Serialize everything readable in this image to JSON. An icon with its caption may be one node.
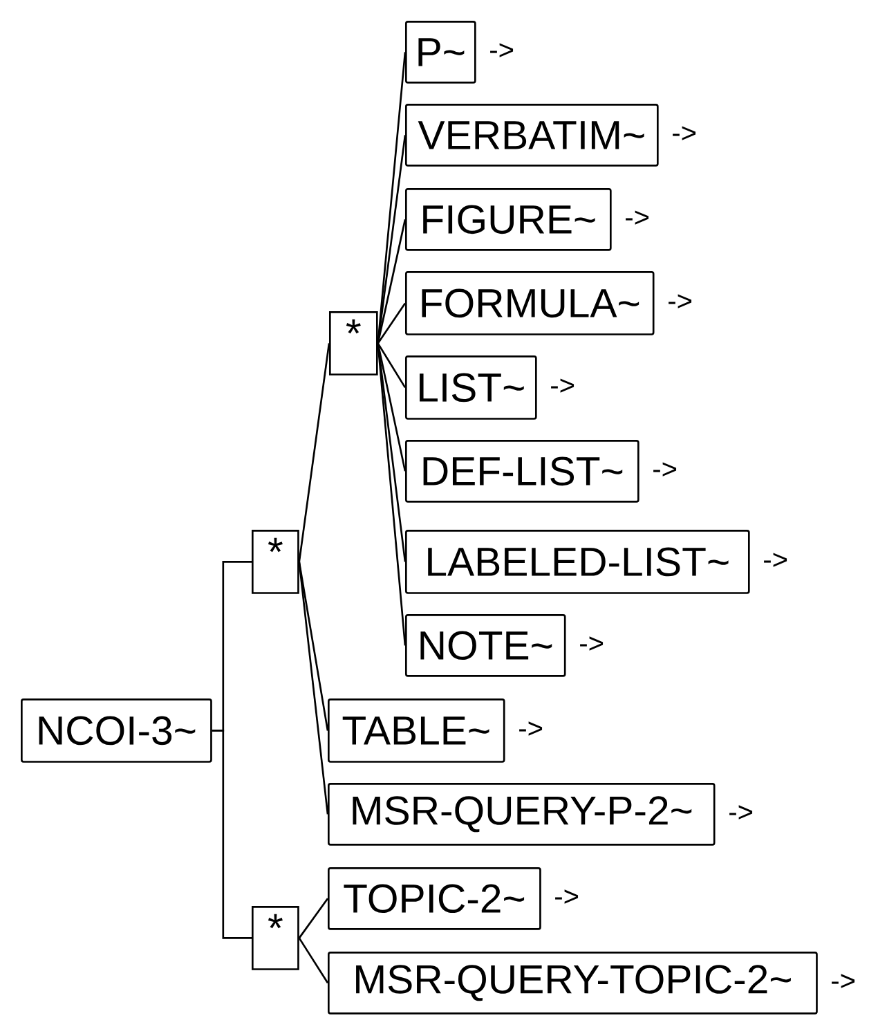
{
  "diagram": {
    "nodes": [
      {
        "text": [
          "NCOI-3~"
        ]
      },
      {
        "text": [
          "*"
        ]
      },
      {
        "text": [
          "*"
        ]
      },
      {
        "text": [
          "P~"
        ],
        "beside": [
          "->"
        ]
      },
      {
        "text": [
          "VERBATIM~"
        ],
        "beside": [
          "->"
        ]
      },
      {
        "text": [
          "FIGURE~"
        ],
        "beside": [
          "->"
        ]
      },
      {
        "text": [
          "FORMULA~"
        ],
        "beside": [
          "->"
        ]
      },
      {
        "text": [
          "LIST~"
        ],
        "beside": [
          "->"
        ]
      },
      {
        "text": [
          "DEF-LIST~"
        ],
        "beside": [
          "->"
        ]
      },
      {
        "text": [
          "LABELED-LIST~"
        ],
        "beside": [
          "->"
        ]
      },
      {
        "text": [
          "NOTE~"
        ],
        "beside": [
          "->"
        ]
      },
      {
        "text": [
          "TABLE~"
        ],
        "beside": [
          "->"
        ]
      },
      {
        "text": [
          "MSR-QUERY-P-2~"
        ],
        "beside": [
          "->"
        ]
      },
      {
        "text": [
          "*"
        ]
      },
      {
        "text": [
          "TOPIC-2~"
        ],
        "beside": [
          "->"
        ]
      },
      {
        "text": [
          "MSR-QUERY-TOPIC-2~"
        ],
        "beside": [
          "->"
        ]
      }
    ],
    "edges": [
      {
        "from": 0,
        "to": 1,
        "arrow": "none"
      },
      {
        "from": 0,
        "to": 13,
        "arrow": "none"
      },
      {
        "from": 1,
        "to": 2,
        "arrow": "none"
      },
      {
        "from": 2,
        "to": 3,
        "arrow": "none"
      },
      {
        "from": 2,
        "to": 4,
        "arrow": "none"
      },
      {
        "from": 2,
        "to": 5,
        "arrow": "none"
      },
      {
        "from": 2,
        "to": 6,
        "arrow": "none"
      },
      {
        "from": 2,
        "to": 7,
        "arrow": "none"
      },
      {
        "from": 2,
        "to": 8,
        "arrow": "none"
      },
      {
        "from": 2,
        "to": 9,
        "arrow": "none"
      },
      {
        "from": 2,
        "to": 10,
        "arrow": "none"
      },
      {
        "from": 1,
        "to": 11,
        "arrow": "none"
      },
      {
        "from": 1,
        "to": 12,
        "arrow": "none"
      },
      {
        "from": 13,
        "to": 14,
        "arrow": "none"
      },
      {
        "from": 13,
        "to": 15,
        "arrow": "none"
      }
    ]
  }
}
